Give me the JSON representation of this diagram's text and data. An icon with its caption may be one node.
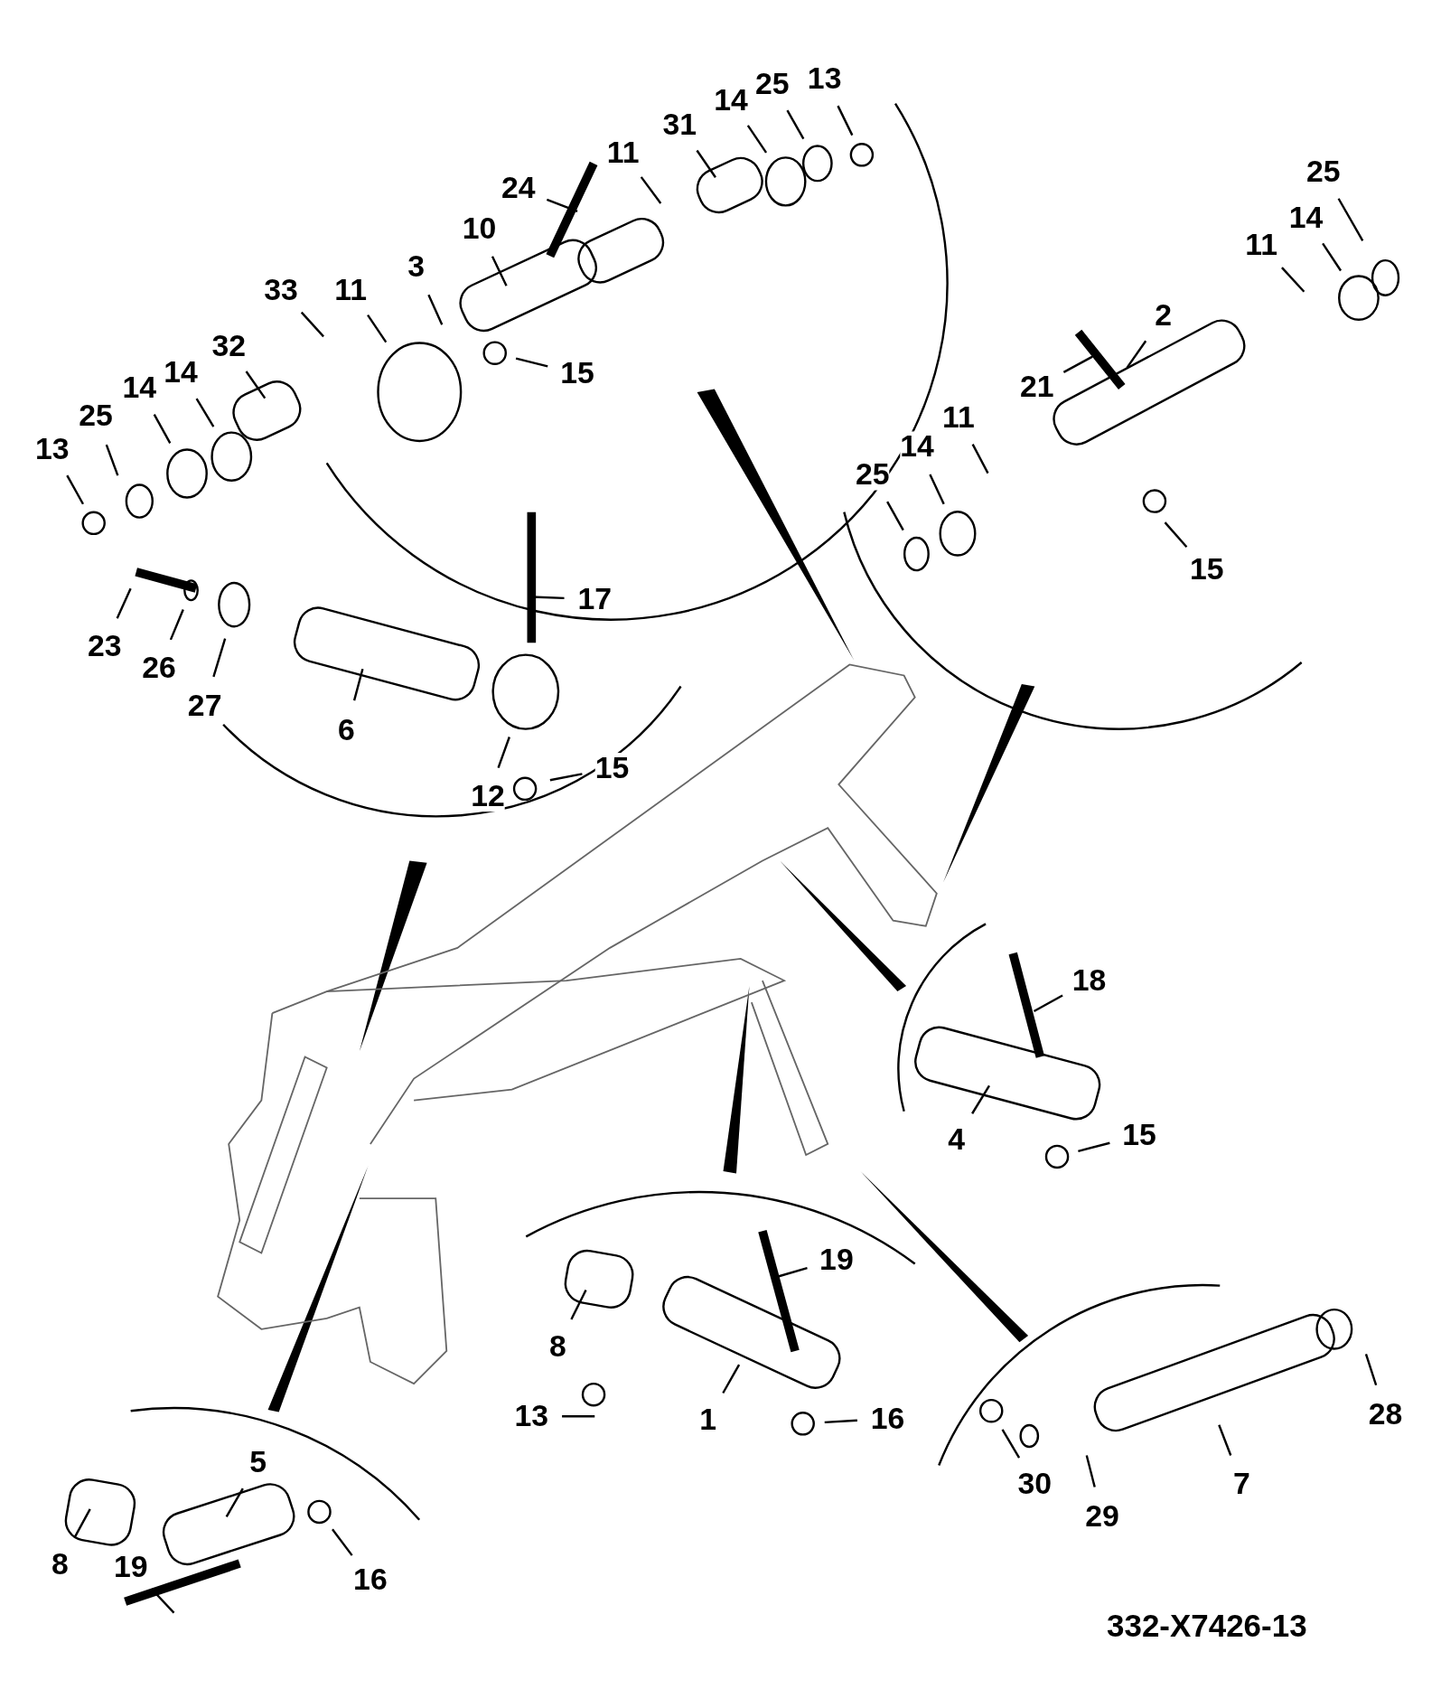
{
  "diagram": {
    "nodes": [
      {
        "text": [
          "13"
        ]
      },
      {
        "text": [
          "25"
        ]
      },
      {
        "text": [
          "14"
        ]
      },
      {
        "text": [
          "31"
        ]
      },
      {
        "text": [
          "11"
        ]
      },
      {
        "text": [
          "24"
        ]
      },
      {
        "text": [
          "10"
        ]
      },
      {
        "text": [
          "3"
        ]
      },
      {
        "text": [
          "33"
        ]
      },
      {
        "text": [
          "11"
        ]
      },
      {
        "text": [
          "15"
        ]
      },
      {
        "text": [
          "32"
        ]
      },
      {
        "text": [
          "14"
        ]
      },
      {
        "text": [
          "14"
        ]
      },
      {
        "text": [
          "25"
        ]
      },
      {
        "text": [
          "13"
        ]
      },
      {
        "text": [
          "25"
        ]
      },
      {
        "text": [
          "14"
        ]
      },
      {
        "text": [
          "11"
        ]
      },
      {
        "text": [
          "2"
        ]
      },
      {
        "text": [
          "21"
        ]
      },
      {
        "text": [
          "25"
        ]
      },
      {
        "text": [
          "14"
        ]
      },
      {
        "text": [
          "11"
        ]
      },
      {
        "text": [
          "15"
        ]
      },
      {
        "text": [
          "23"
        ]
      },
      {
        "text": [
          "26"
        ]
      },
      {
        "text": [
          "17"
        ]
      },
      {
        "text": [
          "27"
        ]
      },
      {
        "text": [
          "6"
        ]
      },
      {
        "text": [
          "15"
        ]
      },
      {
        "text": [
          "12"
        ]
      },
      {
        "text": [
          "18"
        ]
      },
      {
        "text": [
          "4"
        ]
      },
      {
        "text": [
          "15"
        ]
      },
      {
        "text": [
          "19"
        ]
      },
      {
        "text": [
          "8"
        ]
      },
      {
        "text": [
          "13"
        ]
      },
      {
        "text": [
          "1"
        ]
      },
      {
        "text": [
          "16"
        ]
      },
      {
        "text": [
          "28"
        ]
      },
      {
        "text": [
          "7"
        ]
      },
      {
        "text": [
          "30"
        ]
      },
      {
        "text": [
          "29"
        ]
      },
      {
        "text": [
          "5"
        ]
      },
      {
        "text": [
          "8"
        ]
      },
      {
        "text": [
          "16"
        ]
      },
      {
        "text": [
          "19"
        ]
      }
    ],
    "edges": [
      {
        "from": 0,
        "to": null,
        "arrow": "none"
      },
      {
        "from": 1,
        "to": null,
        "arrow": "none"
      },
      {
        "from": 2,
        "to": null,
        "arrow": "none"
      },
      {
        "from": 3,
        "to": null,
        "arrow": "none"
      },
      {
        "from": 4,
        "to": null,
        "arrow": "none"
      },
      {
        "from": 5,
        "to": null,
        "arrow": "none"
      },
      {
        "from": 6,
        "to": null,
        "arrow": "none"
      },
      {
        "from": 7,
        "to": null,
        "arrow": "none"
      },
      {
        "from": 8,
        "to": null,
        "arrow": "none"
      },
      {
        "from": 9,
        "to": null,
        "arrow": "none"
      },
      {
        "from": 10,
        "to": null,
        "arrow": "none"
      },
      {
        "from": 11,
        "to": null,
        "arrow": "none"
      },
      {
        "from": 12,
        "to": null,
        "arrow": "none"
      },
      {
        "from": 13,
        "to": null,
        "arrow": "none"
      },
      {
        "from": 14,
        "to": null,
        "arrow": "none"
      },
      {
        "from": 15,
        "to": null,
        "arrow": "none"
      },
      {
        "from": 16,
        "to": null,
        "arrow": "none"
      },
      {
        "from": 17,
        "to": null,
        "arrow": "none"
      },
      {
        "from": 18,
        "to": null,
        "arrow": "none"
      },
      {
        "from": 19,
        "to": null,
        "arrow": "none"
      },
      {
        "from": 20,
        "to": null,
        "arrow": "none"
      },
      {
        "from": 21,
        "to": null,
        "arrow": "none"
      },
      {
        "from": 22,
        "to": null,
        "arrow": "none"
      },
      {
        "from": 23,
        "to": null,
        "arrow": "none"
      },
      {
        "from": 24,
        "to": null,
        "arrow": "none"
      },
      {
        "from": 25,
        "to": null,
        "arrow": "none"
      },
      {
        "from": 26,
        "to": null,
        "arrow": "none"
      },
      {
        "from": 27,
        "to": null,
        "arrow": "none"
      },
      {
        "from": 28,
        "to": null,
        "arrow": "none"
      },
      {
        "from": 29,
        "to": null,
        "arrow": "none"
      },
      {
        "from": 30,
        "to": null,
        "arrow": "none"
      },
      {
        "from": 31,
        "to": null,
        "arrow": "none"
      },
      {
        "from": 32,
        "to": null,
        "arrow": "none"
      },
      {
        "from": 33,
        "to": null,
        "arrow": "none"
      },
      {
        "from": 34,
        "to": null,
        "arrow": "none"
      },
      {
        "from": 35,
        "to": null,
        "arrow": "none"
      },
      {
        "from": 36,
        "to": null,
        "arrow": "none"
      },
      {
        "from": 37,
        "to": null,
        "arrow": "none"
      },
      {
        "from": 38,
        "to": null,
        "arrow": "none"
      },
      {
        "from": 39,
        "to": null,
        "arrow": "none"
      },
      {
        "from": 40,
        "to": null,
        "arrow": "none"
      },
      {
        "from": 41,
        "to": null,
        "arrow": "none"
      },
      {
        "from": 42,
        "to": null,
        "arrow": "none"
      },
      {
        "from": 43,
        "to": null,
        "arrow": "none"
      },
      {
        "from": 44,
        "to": null,
        "arrow": "none"
      },
      {
        "from": 45,
        "to": null,
        "arrow": "none"
      },
      {
        "from": 46,
        "to": null,
        "arrow": "none"
      },
      {
        "from": 47,
        "to": null,
        "arrow": "none"
      }
    ],
    "labels": [
      "332-X7426-13"
    ]
  }
}
